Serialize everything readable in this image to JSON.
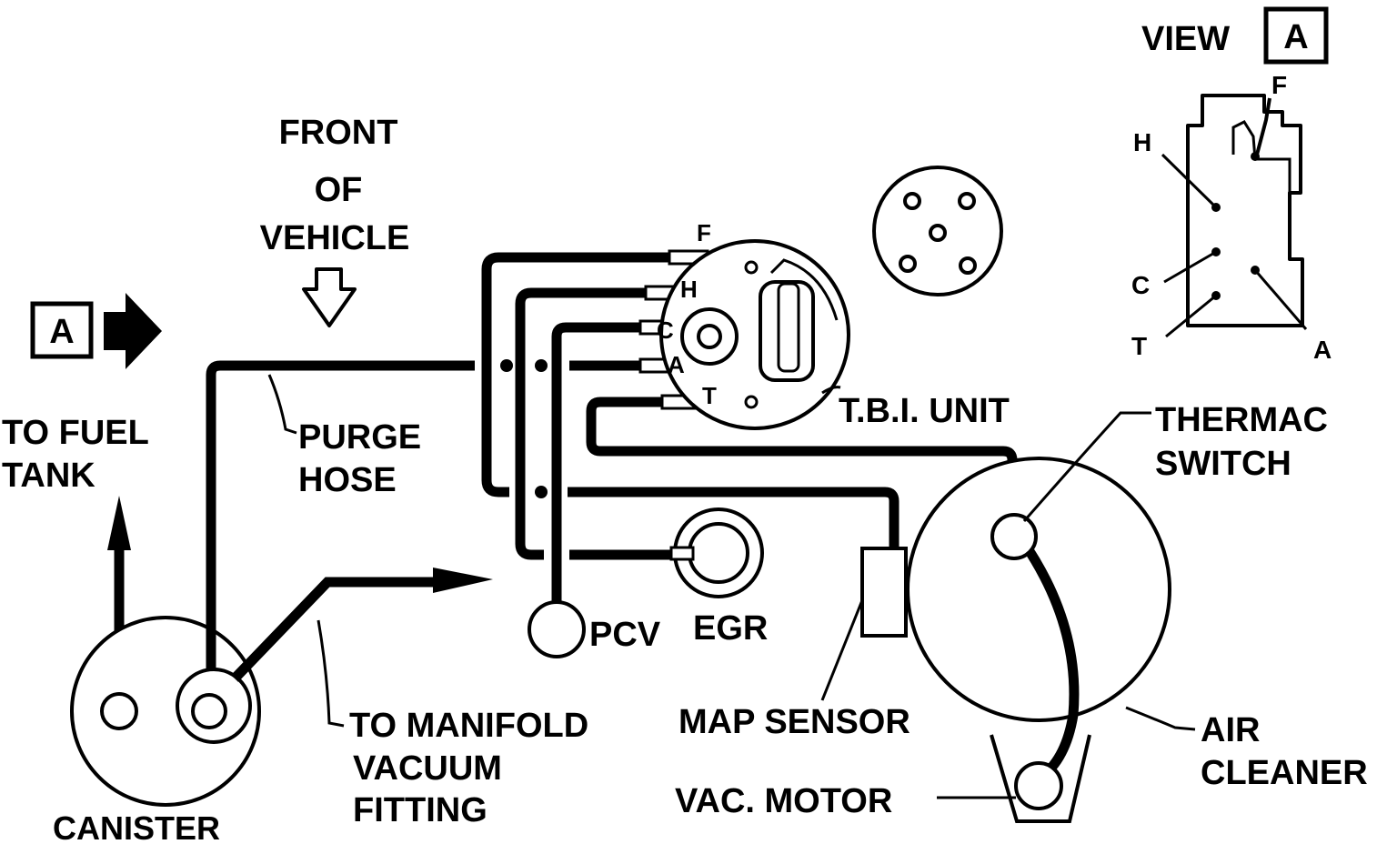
{
  "colors": {
    "ink": "#000000",
    "paper": "#ffffff"
  },
  "view": {
    "label": "VIEW",
    "tag": "A"
  },
  "marker": {
    "tag": "A"
  },
  "front": {
    "line1": "FRONT",
    "line2": "OF",
    "line3": "VEHICLE"
  },
  "fuel_tank": {
    "line1": "TO FUEL",
    "line2": "TANK"
  },
  "purge_hose": {
    "line1": "PURGE",
    "line2": "HOSE"
  },
  "manifold": {
    "line1": "TO MANIFOLD",
    "line2": "VACUUM",
    "line3": "FITTING"
  },
  "canister": {
    "label": "CANISTER"
  },
  "tbi": {
    "label": "T.B.I. UNIT",
    "ports": [
      "F",
      "H",
      "C",
      "A",
      "T"
    ]
  },
  "thermac": {
    "line1": "THERMAC",
    "line2": "SWITCH"
  },
  "pcv": {
    "label": "PCV"
  },
  "egr": {
    "label": "EGR"
  },
  "map_sensor": {
    "label": "MAP SENSOR"
  },
  "vac_motor": {
    "label": "VAC. MOTOR"
  },
  "air_cleaner": {
    "line1": "AIR",
    "line2": "CLEANER"
  },
  "view_a_ports": {
    "f": "F",
    "h": "H",
    "c": "C",
    "t": "T",
    "a": "A"
  }
}
